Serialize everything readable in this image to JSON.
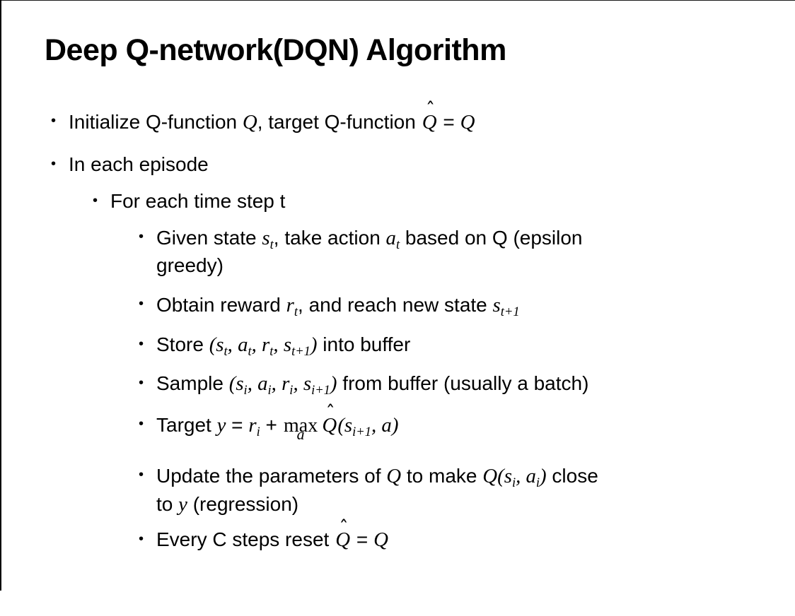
{
  "slide": {
    "title": "Deep Q-network(DQN) Algorithm",
    "background_color": "#ffffff",
    "text_color": "#000000",
    "border_color": "#000000",
    "bullet_glyph": "•",
    "bullets": [
      {
        "level": 1,
        "segments": [
          [
            "p",
            "Initialize Q-function "
          ],
          [
            "m",
            "Q"
          ],
          [
            "p",
            ", target Q-function "
          ],
          [
            "hq",
            "Q"
          ],
          [
            "p",
            " = "
          ],
          [
            "m",
            "Q"
          ]
        ]
      },
      {
        "level": 1,
        "segments": [
          [
            "p",
            "In each episode"
          ]
        ]
      },
      {
        "level": 2,
        "segments": [
          [
            "p",
            "For each time step t"
          ]
        ]
      },
      {
        "level": 3,
        "segments": [
          [
            "p",
            "Given state "
          ],
          [
            "m",
            "s"
          ],
          [
            "s",
            "t"
          ],
          [
            "p",
            ", take action "
          ],
          [
            "m",
            "a"
          ],
          [
            "s",
            "t"
          ],
          [
            "p",
            " based on Q (epsilon"
          ],
          [
            "br"
          ],
          [
            "p",
            "greedy)"
          ]
        ]
      },
      {
        "level": 3,
        "segments": [
          [
            "p",
            "Obtain reward "
          ],
          [
            "m",
            "r"
          ],
          [
            "s",
            "t"
          ],
          [
            "p",
            ", and reach new state "
          ],
          [
            "m",
            "s"
          ],
          [
            "s",
            "t+1"
          ]
        ]
      },
      {
        "level": 3,
        "segments": [
          [
            "p",
            "Store "
          ],
          [
            "m",
            "(s"
          ],
          [
            "s",
            "t"
          ],
          [
            "m",
            ", a"
          ],
          [
            "s",
            "t"
          ],
          [
            "m",
            ", r"
          ],
          [
            "s",
            "t"
          ],
          [
            "m",
            ", s"
          ],
          [
            "s",
            "t+1"
          ],
          [
            "m",
            ")"
          ],
          [
            "p",
            " into buffer"
          ]
        ]
      },
      {
        "level": 3,
        "segments": [
          [
            "p",
            "Sample "
          ],
          [
            "m",
            "(s"
          ],
          [
            "s",
            "i"
          ],
          [
            "m",
            ", a"
          ],
          [
            "s",
            "i"
          ],
          [
            "m",
            ", r"
          ],
          [
            "s",
            "i"
          ],
          [
            "m",
            ", s"
          ],
          [
            "s",
            "i+1"
          ],
          [
            "m",
            ")"
          ],
          [
            "p",
            " from buffer (usually a batch)"
          ]
        ]
      },
      {
        "level": 3,
        "segments": [
          [
            "p",
            "Target "
          ],
          [
            "m",
            "y"
          ],
          [
            "p",
            " = "
          ],
          [
            "m",
            "r"
          ],
          [
            "s",
            "i"
          ],
          [
            "p",
            " + "
          ],
          [
            "mx",
            "max",
            "a"
          ],
          [
            "hq",
            "Q"
          ],
          [
            "m",
            "(s"
          ],
          [
            "s",
            "i+1"
          ],
          [
            "m",
            ", a)"
          ]
        ]
      },
      {
        "level": 3,
        "segments": [
          [
            "p",
            "Update the parameters of "
          ],
          [
            "m",
            "Q"
          ],
          [
            "p",
            " to make "
          ],
          [
            "m",
            "Q(s"
          ],
          [
            "s",
            "i"
          ],
          [
            "m",
            ", a"
          ],
          [
            "s",
            "i"
          ],
          [
            "m",
            ")"
          ],
          [
            "p",
            " close"
          ],
          [
            "br"
          ],
          [
            "p",
            "to "
          ],
          [
            "m",
            "y"
          ],
          [
            "p",
            " (regression)"
          ]
        ]
      },
      {
        "level": 3,
        "segments": [
          [
            "p",
            "Every C steps reset "
          ],
          [
            "hq",
            "Q"
          ],
          [
            "p",
            " = "
          ],
          [
            "m",
            "Q"
          ]
        ]
      }
    ]
  }
}
